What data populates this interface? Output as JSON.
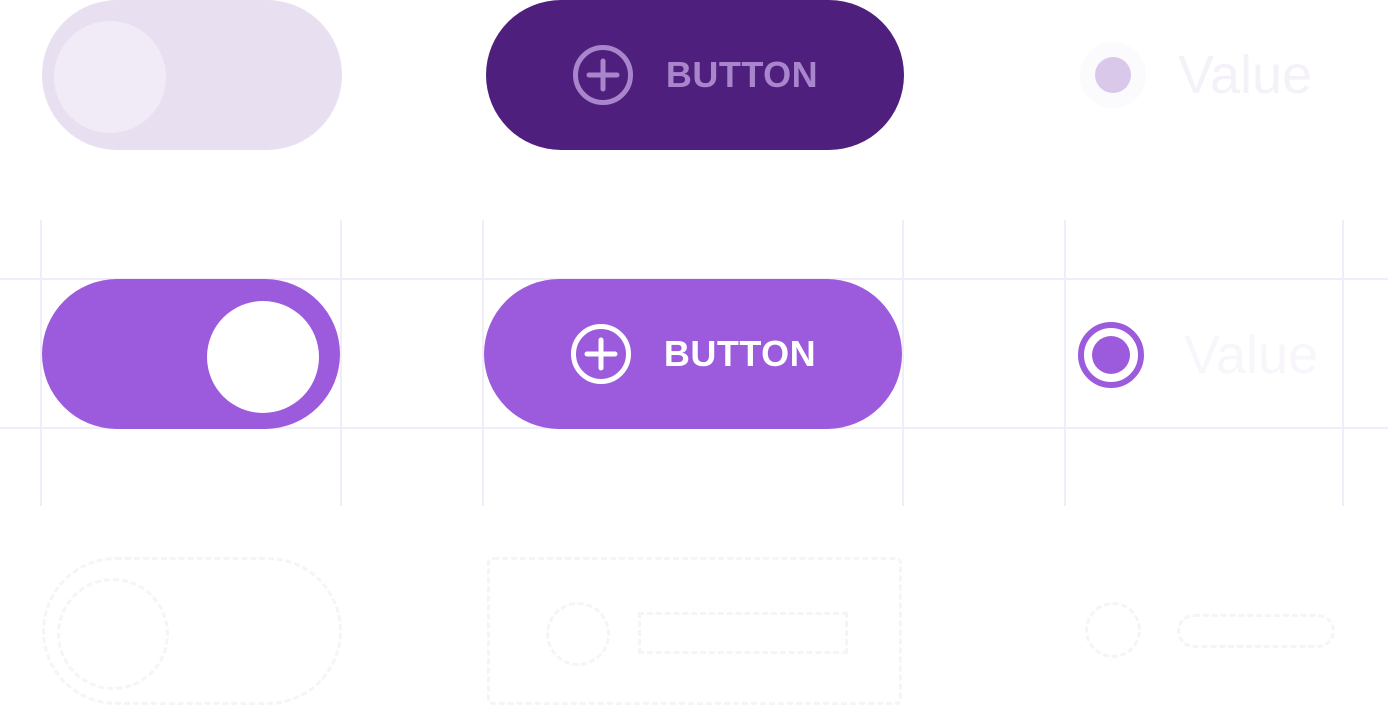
{
  "colors": {
    "accent": "#9c5bdc",
    "accent_dark": "#4f1f7e",
    "toggle_off_track": "#e8dff1",
    "guide": "#f0ecfa"
  },
  "buttons": {
    "dark_label": "BUTTON",
    "main_label": "BUTTON",
    "icon": "plus-circle-icon"
  },
  "radios": {
    "dim_label": "Value",
    "on_label": "Value"
  }
}
